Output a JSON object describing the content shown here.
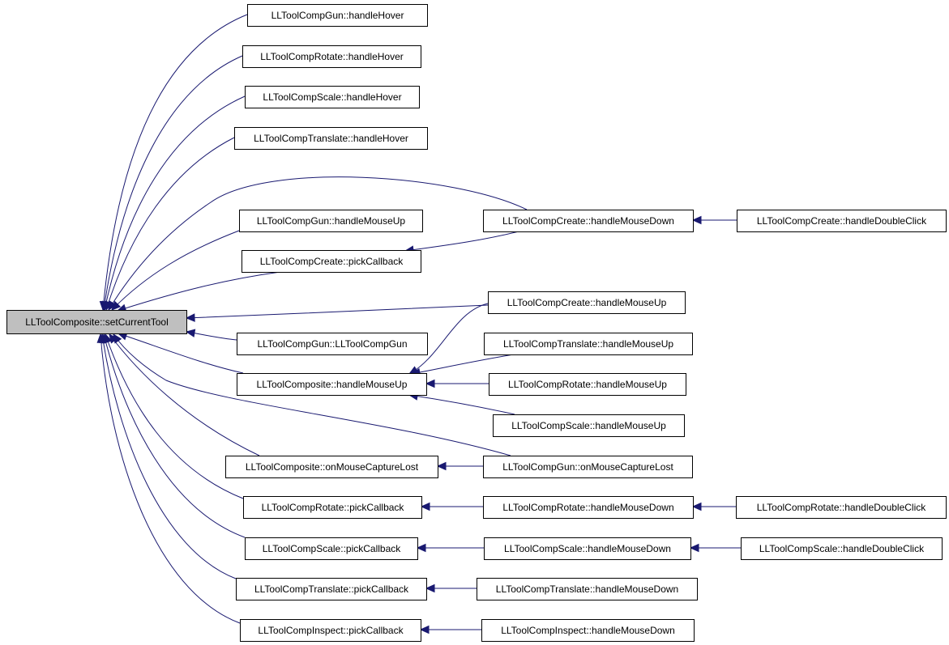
{
  "diagram": {
    "colors": {
      "edge": "#191970",
      "root_fill": "#bfbfbf",
      "node_fill": "#ffffff",
      "node_stroke": "#000000"
    },
    "root": "LLToolComposite::setCurrentTool",
    "nodes": [
      {
        "id": "root",
        "label": "LLToolComposite::setCurrentTool",
        "root": true
      },
      {
        "id": "gun_hover",
        "label": "LLToolCompGun::handleHover"
      },
      {
        "id": "rot_hover",
        "label": "LLToolCompRotate::handleHover"
      },
      {
        "id": "scale_hover",
        "label": "LLToolCompScale::handleHover"
      },
      {
        "id": "trans_hover",
        "label": "LLToolCompTranslate::handleHover"
      },
      {
        "id": "gun_mouseup",
        "label": "LLToolCompGun::handleMouseUp"
      },
      {
        "id": "create_pick",
        "label": "LLToolCompCreate::pickCallback"
      },
      {
        "id": "gun_ctor",
        "label": "LLToolCompGun::LLToolCompGun"
      },
      {
        "id": "comp_mouseup",
        "label": "LLToolComposite::handleMouseUp"
      },
      {
        "id": "comp_capture",
        "label": "LLToolComposite::onMouseCaptureLost"
      },
      {
        "id": "rot_pick",
        "label": "LLToolCompRotate::pickCallback"
      },
      {
        "id": "scale_pick",
        "label": "LLToolCompScale::pickCallback"
      },
      {
        "id": "trans_pick",
        "label": "LLToolCompTranslate::pickCallback"
      },
      {
        "id": "insp_pick",
        "label": "LLToolCompInspect::pickCallback"
      },
      {
        "id": "create_down",
        "label": "LLToolCompCreate::handleMouseDown"
      },
      {
        "id": "create_up",
        "label": "LLToolCompCreate::handleMouseUp"
      },
      {
        "id": "trans_up",
        "label": "LLToolCompTranslate::handleMouseUp"
      },
      {
        "id": "rot_up",
        "label": "LLToolCompRotate::handleMouseUp"
      },
      {
        "id": "scale_up",
        "label": "LLToolCompScale::handleMouseUp"
      },
      {
        "id": "gun_capture",
        "label": "LLToolCompGun::onMouseCaptureLost"
      },
      {
        "id": "rot_down",
        "label": "LLToolCompRotate::handleMouseDown"
      },
      {
        "id": "scale_down",
        "label": "LLToolCompScale::handleMouseDown"
      },
      {
        "id": "trans_down",
        "label": "LLToolCompTranslate::handleMouseDown"
      },
      {
        "id": "insp_down",
        "label": "LLToolCompInspect::handleMouseDown"
      },
      {
        "id": "create_dbl",
        "label": "LLToolCompCreate::handleDoubleClick"
      },
      {
        "id": "rot_dbl",
        "label": "LLToolCompRotate::handleDoubleClick"
      },
      {
        "id": "scale_dbl",
        "label": "LLToolCompScale::handleDoubleClick"
      }
    ],
    "edges": [
      {
        "from": "gun_hover",
        "to": "root"
      },
      {
        "from": "rot_hover",
        "to": "root"
      },
      {
        "from": "scale_hover",
        "to": "root"
      },
      {
        "from": "trans_hover",
        "to": "root"
      },
      {
        "from": "create_down",
        "to": "root"
      },
      {
        "from": "gun_mouseup",
        "to": "root"
      },
      {
        "from": "create_pick",
        "to": "root"
      },
      {
        "from": "create_up",
        "to": "root"
      },
      {
        "from": "gun_ctor",
        "to": "root"
      },
      {
        "from": "comp_mouseup",
        "to": "root"
      },
      {
        "from": "gun_capture",
        "to": "root"
      },
      {
        "from": "comp_capture",
        "to": "root"
      },
      {
        "from": "rot_pick",
        "to": "root"
      },
      {
        "from": "scale_pick",
        "to": "root"
      },
      {
        "from": "trans_pick",
        "to": "root"
      },
      {
        "from": "insp_pick",
        "to": "root"
      },
      {
        "from": "create_down",
        "to": "create_pick"
      },
      {
        "from": "create_dbl",
        "to": "create_down"
      },
      {
        "from": "create_up",
        "to": "comp_mouseup"
      },
      {
        "from": "trans_up",
        "to": "comp_mouseup"
      },
      {
        "from": "rot_up",
        "to": "comp_mouseup"
      },
      {
        "from": "scale_up",
        "to": "comp_mouseup"
      },
      {
        "from": "gun_capture",
        "to": "comp_capture"
      },
      {
        "from": "rot_down",
        "to": "rot_pick"
      },
      {
        "from": "rot_dbl",
        "to": "rot_down"
      },
      {
        "from": "scale_down",
        "to": "scale_pick"
      },
      {
        "from": "scale_dbl",
        "to": "scale_down"
      },
      {
        "from": "trans_down",
        "to": "trans_pick"
      },
      {
        "from": "insp_down",
        "to": "insp_pick"
      }
    ]
  }
}
